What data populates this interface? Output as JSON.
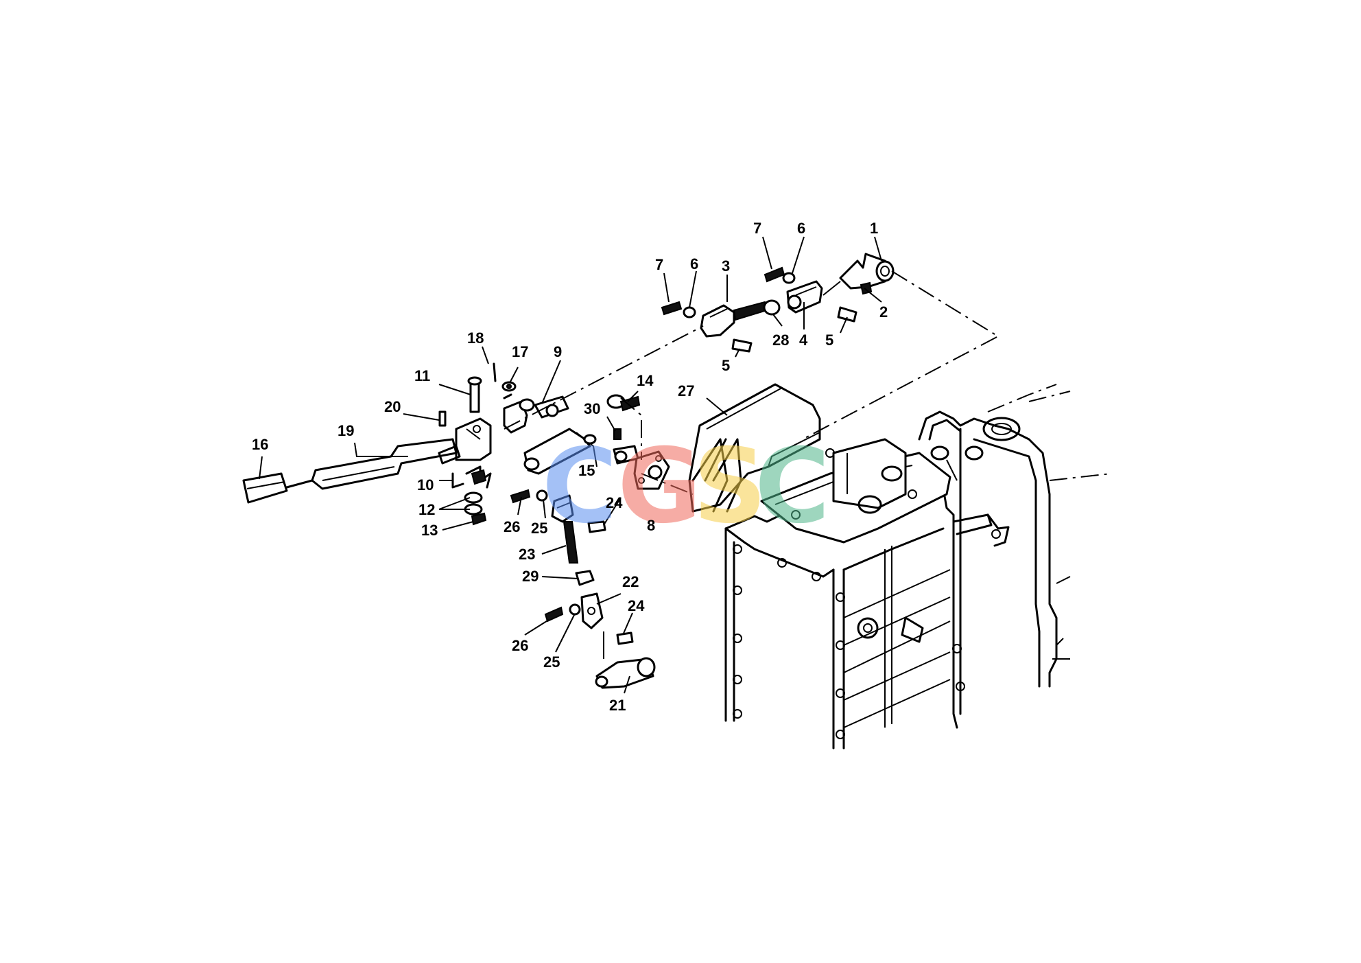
{
  "labels": {
    "l1": "1",
    "l2": "2",
    "l3": "3",
    "l4": "4",
    "l5a": "5",
    "l5b": "5",
    "l6a": "6",
    "l6b": "6",
    "l7a": "7",
    "l7b": "7",
    "l8": "8",
    "l9": "9",
    "l10": "10",
    "l11": "11",
    "l12": "12",
    "l13": "13",
    "l14": "14",
    "l15": "15",
    "l16": "16",
    "l17": "17",
    "l18": "18",
    "l19": "19",
    "l20": "20",
    "l21": "21",
    "l22": "22",
    "l23": "23",
    "l24a": "24",
    "l24b": "24",
    "l25a": "25",
    "l25b": "25",
    "l26a": "26",
    "l26b": "26",
    "l27": "27",
    "l28": "28",
    "l29": "29",
    "l30": "30"
  },
  "watermark": {
    "c1": "C",
    "g": "G",
    "s": "S",
    "c2": "C",
    "colors": {
      "c1": "#5b8ff0",
      "g": "#ef6a5c",
      "s": "#f6cf4a",
      "c2": "#4fb58a"
    }
  }
}
